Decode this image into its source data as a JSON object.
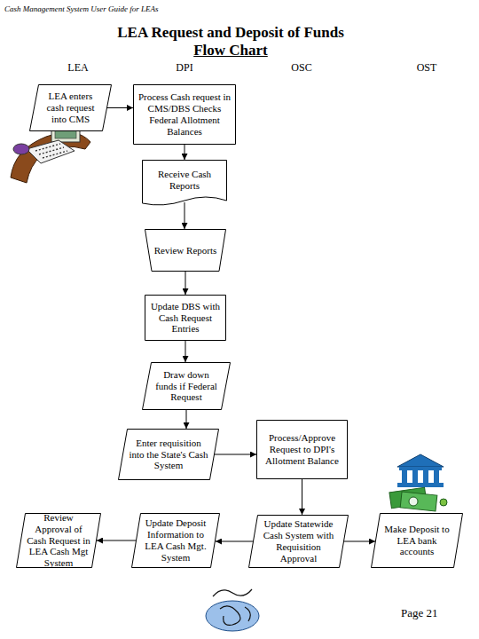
{
  "diagram": {
    "title": "LEA Request and Deposit of Funds",
    "nodes": [
      {
        "text": [
          "LEA enters cash request into CMS"
        ]
      },
      {
        "text": [
          "Process Cash request in CMS/DBS Checks Federal Allotment Balances"
        ]
      },
      {
        "text": [
          "Receive Cash Reports"
        ]
      },
      {
        "text": [
          "Review Reports"
        ]
      },
      {
        "text": [
          "Update DBS with Cash Request Entries"
        ]
      },
      {
        "text": [
          "Draw down funds if Federal Request"
        ]
      },
      {
        "text": [
          "Enter requisition into the State's Cash System"
        ]
      },
      {
        "text": [
          "Process/Approve Request to DPI's Allotment Balance"
        ]
      },
      {
        "text": [
          "Review Approval of Cash Request in LEA Cash Mgt System"
        ]
      },
      {
        "text": [
          "Update Deposit Information to LEA Cash Mgt. System"
        ]
      },
      {
        "text": [
          "Update Statewide Cash System with Requisition Approval"
        ]
      },
      {
        "text": [
          "Make Deposit to LEA bank accounts"
        ]
      }
    ],
    "edges": [
      {
        "from": 0,
        "to": 1,
        "arrow": "to"
      },
      {
        "from": 1,
        "to": 2,
        "arrow": "to"
      },
      {
        "from": 2,
        "to": 3,
        "arrow": "to"
      },
      {
        "from": 3,
        "to": 4,
        "arrow": "to"
      },
      {
        "from": 4,
        "to": 5,
        "arrow": "to"
      },
      {
        "from": 5,
        "to": 6,
        "arrow": "to"
      },
      {
        "from": 6,
        "to": 7,
        "arrow": "to"
      },
      {
        "from": 7,
        "to": 10,
        "arrow": "to"
      },
      {
        "from": 10,
        "to": 11,
        "arrow": "to"
      },
      {
        "from": 10,
        "to": 9,
        "arrow": "to"
      },
      {
        "from": 9,
        "to": 8,
        "arrow": "to"
      }
    ],
    "labels": [
      "Cash Management System User Guide for LEAs",
      "Flow Chart",
      "LEA",
      "DPI",
      "OSC",
      "OST",
      "Page 21"
    ]
  }
}
